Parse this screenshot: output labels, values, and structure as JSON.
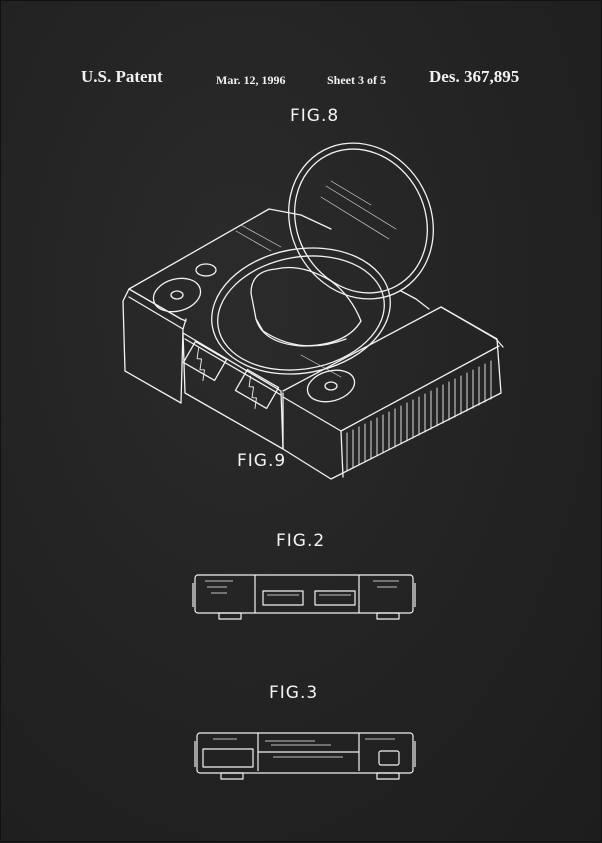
{
  "header": {
    "patent_label": "U.S. Patent",
    "date": "Mar. 12, 1996",
    "sheet": "Sheet 3 of 5",
    "design_number": "Des. 367,895"
  },
  "figures": [
    {
      "label": "FIG.8",
      "view": "perspective, disc lid open"
    },
    {
      "label": "FIG.9",
      "view": "perspective reference"
    },
    {
      "label": "FIG.2",
      "view": "front elevation"
    },
    {
      "label": "FIG.3",
      "view": "rear elevation"
    }
  ],
  "colors": {
    "background": "#242424",
    "line_art": "#f2f2f2"
  }
}
